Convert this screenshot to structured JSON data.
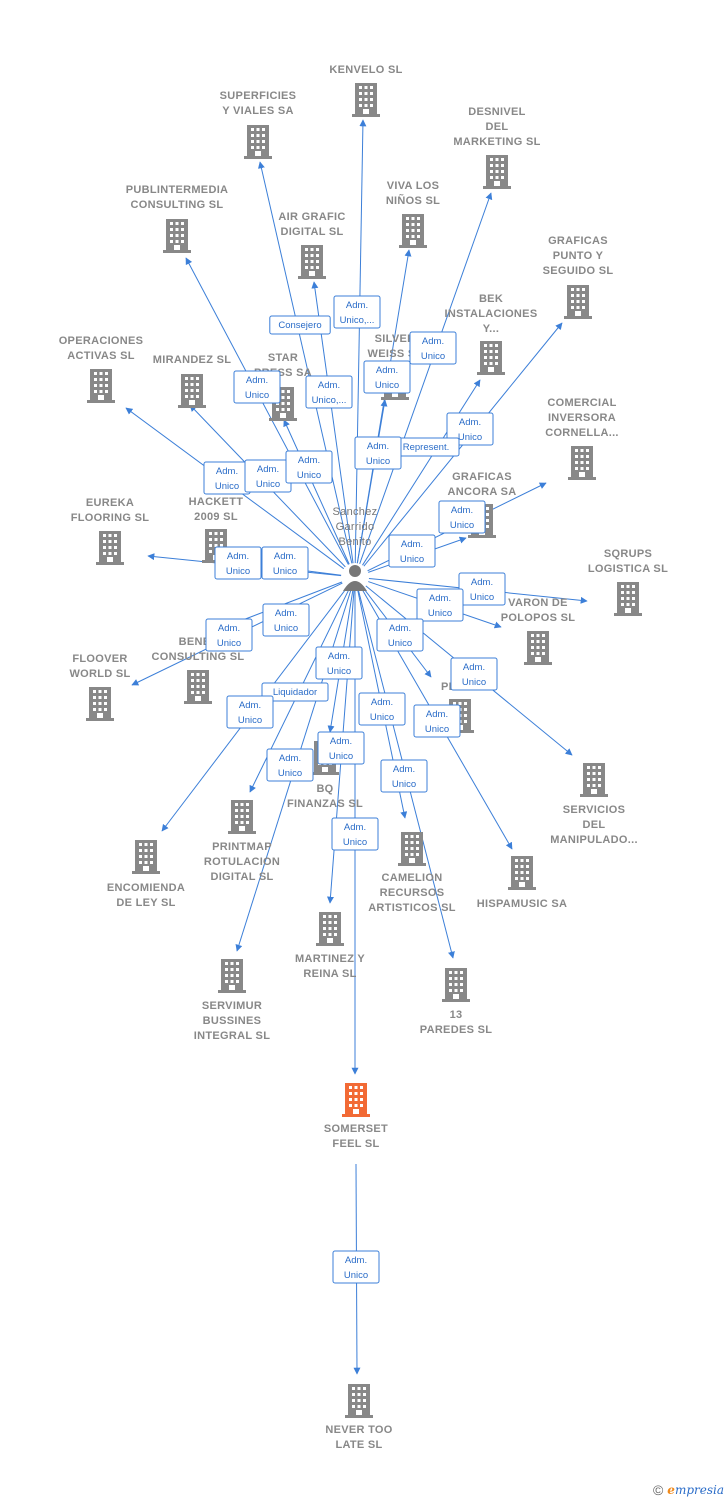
{
  "colors": {
    "edge": "#3c7fd8",
    "building": "#888888",
    "highlight": "#f26a35",
    "label": "#888888"
  },
  "person": {
    "name_lines": [
      "Sanchez",
      "Garrido",
      "Benito"
    ],
    "icon": "person-icon"
  },
  "companies": [
    {
      "id": "kenvelo",
      "lines": [
        "KENVELO  SL"
      ]
    },
    {
      "id": "superficies",
      "lines": [
        "SUPERFICIES",
        "Y VIALES SA"
      ]
    },
    {
      "id": "desnivel",
      "lines": [
        "DESNIVEL",
        "DEL",
        "MARKETING SL"
      ]
    },
    {
      "id": "publintermedia",
      "lines": [
        "PUBLINTERMEDIA",
        "CONSULTING SL"
      ]
    },
    {
      "id": "vivalosninos",
      "lines": [
        "VIVA LOS",
        "NIÑOS SL"
      ]
    },
    {
      "id": "airgrafic",
      "lines": [
        "AIR GRAFIC",
        "DIGITAL SL"
      ]
    },
    {
      "id": "graficaspunto",
      "lines": [
        "GRAFICAS",
        "PUNTO Y",
        "SEGUIDO SL"
      ]
    },
    {
      "id": "bek",
      "lines": [
        "BEK",
        "INSTALACIONES",
        "Y..."
      ]
    },
    {
      "id": "operaciones",
      "lines": [
        "OPERACIONES",
        "ACTIVAS SL"
      ]
    },
    {
      "id": "mirandez",
      "lines": [
        "MIRANDEZ SL"
      ]
    },
    {
      "id": "starpress",
      "lines": [
        "STAR",
        "PRESS SA"
      ]
    },
    {
      "id": "silverweiss",
      "lines": [
        "SILVER",
        "WEISS SL"
      ]
    },
    {
      "id": "comercialinversora",
      "lines": [
        "COMERCIAL",
        "INVERSORA",
        "CORNELLA..."
      ]
    },
    {
      "id": "graficasancora",
      "lines": [
        "GRAFICAS",
        "ANCORA SA"
      ]
    },
    {
      "id": "eureka",
      "lines": [
        "EUREKA",
        "FLOORING SL"
      ]
    },
    {
      "id": "zhackett",
      "lines": [
        "Z",
        "HACKETT",
        "2009 SL"
      ]
    },
    {
      "id": "sqrups",
      "lines": [
        "SQRUPS",
        "LOGISTICA  SL"
      ]
    },
    {
      "id": "varondepolopos",
      "lines": [
        "VARON DE",
        "POLOPOS SL"
      ]
    },
    {
      "id": "benefconsulting",
      "lines": [
        "BENEF",
        "CONSULTING SL"
      ]
    },
    {
      "id": "flooverworld",
      "lines": [
        "FLOOVER",
        "WORLD SL"
      ]
    },
    {
      "id": "penta",
      "lines": [
        "PENTA"
      ]
    },
    {
      "id": "bqfinanzas",
      "lines": [
        "BQ",
        "FINANZAS SL"
      ]
    },
    {
      "id": "servicios",
      "lines": [
        "SERVICIOS",
        "DEL",
        "MANIPULADO..."
      ]
    },
    {
      "id": "printmap",
      "lines": [
        "PRINTMAP",
        "ROTULACION",
        "DIGITAL SL"
      ]
    },
    {
      "id": "encomienda",
      "lines": [
        "ENCOMIENDA",
        "DE LEY  SL"
      ]
    },
    {
      "id": "camelion",
      "lines": [
        "CAMELION",
        "RECURSOS",
        "ARTISTICOS SL"
      ]
    },
    {
      "id": "hispamusic",
      "lines": [
        "HISPAMUSIC SA"
      ]
    },
    {
      "id": "martinez",
      "lines": [
        "MARTINEZ Y",
        "REINA SL"
      ]
    },
    {
      "id": "13paredes",
      "lines": [
        "13",
        "PAREDES SL"
      ]
    },
    {
      "id": "servimur",
      "lines": [
        "SERVIMUR",
        "BUSSINES",
        "INTEGRAL SL"
      ]
    },
    {
      "id": "somerset",
      "lines": [
        "SOMERSET",
        "FEEL  SL"
      ],
      "highlight": true
    },
    {
      "id": "nevertoolate",
      "lines": [
        "NEVER TOO",
        "LATE  SL"
      ]
    }
  ],
  "relations": [
    {
      "to": "kenvelo",
      "role": [
        "Adm.",
        "Unico,..."
      ]
    },
    {
      "to": "superficies",
      "role": [
        "Consejero"
      ]
    },
    {
      "to": "desnivel",
      "role": [
        "Adm.",
        "Unico"
      ]
    },
    {
      "to": "publintermedia",
      "role": [
        "Adm.",
        "Unico"
      ]
    },
    {
      "to": "vivalosninos",
      "role": [
        "Adm.",
        "Unico"
      ]
    },
    {
      "to": "airgrafic",
      "role": [
        "Adm.",
        "Unico,..."
      ]
    },
    {
      "to": "graficaspunto",
      "role": [
        "Adm.",
        "Unico"
      ]
    },
    {
      "to": "bek",
      "role": [
        "Represent."
      ]
    },
    {
      "to": "operaciones",
      "role": [
        "Adm.",
        "Unico"
      ]
    },
    {
      "to": "mirandez",
      "role": [
        "Adm.",
        "Unico"
      ]
    },
    {
      "to": "starpress",
      "role": [
        "Adm.",
        "Unico"
      ]
    },
    {
      "to": "silverweiss",
      "role": [
        "Adm.",
        "Unico"
      ]
    },
    {
      "to": "comercialinversora",
      "role": [
        "Adm.",
        "Unico"
      ]
    },
    {
      "to": "graficasancora",
      "role": [
        "Adm.",
        "Unico"
      ]
    },
    {
      "to": "eureka",
      "role": [
        "Adm.",
        "Unico"
      ]
    },
    {
      "to": "zhackett",
      "role": [
        "Adm.",
        "Unico"
      ]
    },
    {
      "to": "sqrups",
      "role": [
        "Adm.",
        "Unico"
      ]
    },
    {
      "to": "varondepolopos",
      "role": [
        "Adm.",
        "Unico"
      ]
    },
    {
      "to": "benefconsulting",
      "role": [
        "Adm.",
        "Unico"
      ]
    },
    {
      "to": "flooverworld",
      "role": [
        "Adm.",
        "Unico"
      ]
    },
    {
      "to": "penta",
      "role": [
        "Adm.",
        "Unico"
      ]
    },
    {
      "to": "bqfinanzas",
      "role": [
        "Adm.",
        "Unico"
      ]
    },
    {
      "to": "servicios",
      "role": [
        "Adm.",
        "Unico"
      ]
    },
    {
      "to": "printmap",
      "role": [
        "Liquidador"
      ]
    },
    {
      "to": "encomienda",
      "role": [
        "Adm.",
        "Unico"
      ]
    },
    {
      "to": "camelion",
      "role": [
        "Adm.",
        "Unico"
      ]
    },
    {
      "to": "hispamusic",
      "role": [
        "Adm.",
        "Unico"
      ]
    },
    {
      "to": "martinez",
      "role": [
        "Adm.",
        "Unico"
      ]
    },
    {
      "to": "13paredes",
      "role": [
        "Adm.",
        "Unico"
      ]
    },
    {
      "to": "servimur",
      "role": [
        "Adm.",
        "Unico"
      ]
    },
    {
      "to": "somerset",
      "role": [
        "Adm.",
        "Unico"
      ]
    },
    {
      "from": "somerset",
      "to": "nevertoolate",
      "role": [
        "Adm.",
        "Unico"
      ]
    }
  ],
  "footer": {
    "copyright": "©",
    "brand_first": "e",
    "brand_rest": "mpresia"
  }
}
